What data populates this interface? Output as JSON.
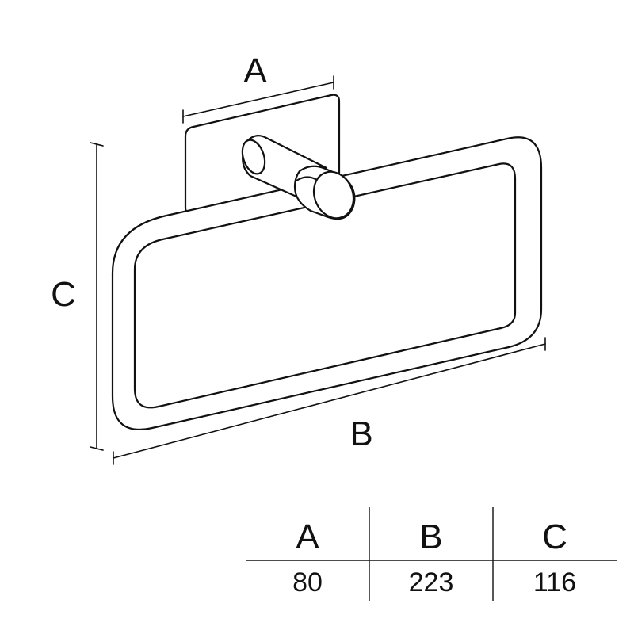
{
  "labels": {
    "dim_a": "A",
    "dim_b": "B",
    "dim_c": "C"
  },
  "table": {
    "headers": [
      "A",
      "B",
      "C"
    ],
    "values": [
      "80",
      "223",
      "116"
    ]
  },
  "colors": {
    "line": "#111111",
    "background": "#ffffff"
  }
}
